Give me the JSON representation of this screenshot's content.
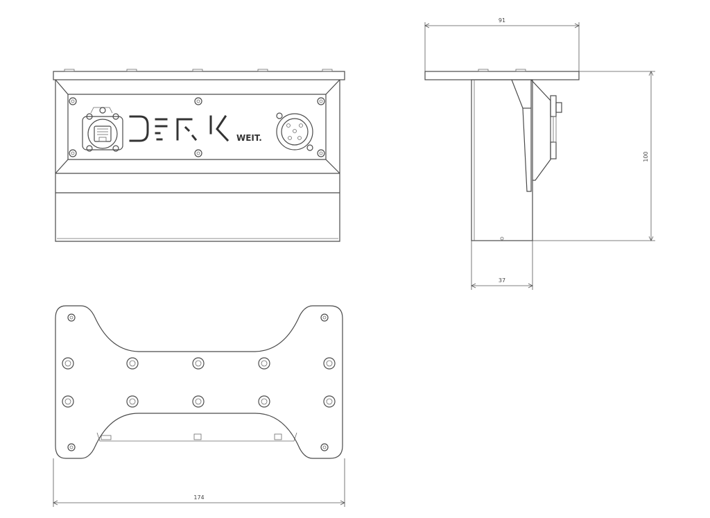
{
  "dimensions": {
    "top_width": "91",
    "height": "100",
    "depth": "37",
    "bottom_width": "174"
  },
  "logo": {
    "suffix": "WEIT."
  }
}
